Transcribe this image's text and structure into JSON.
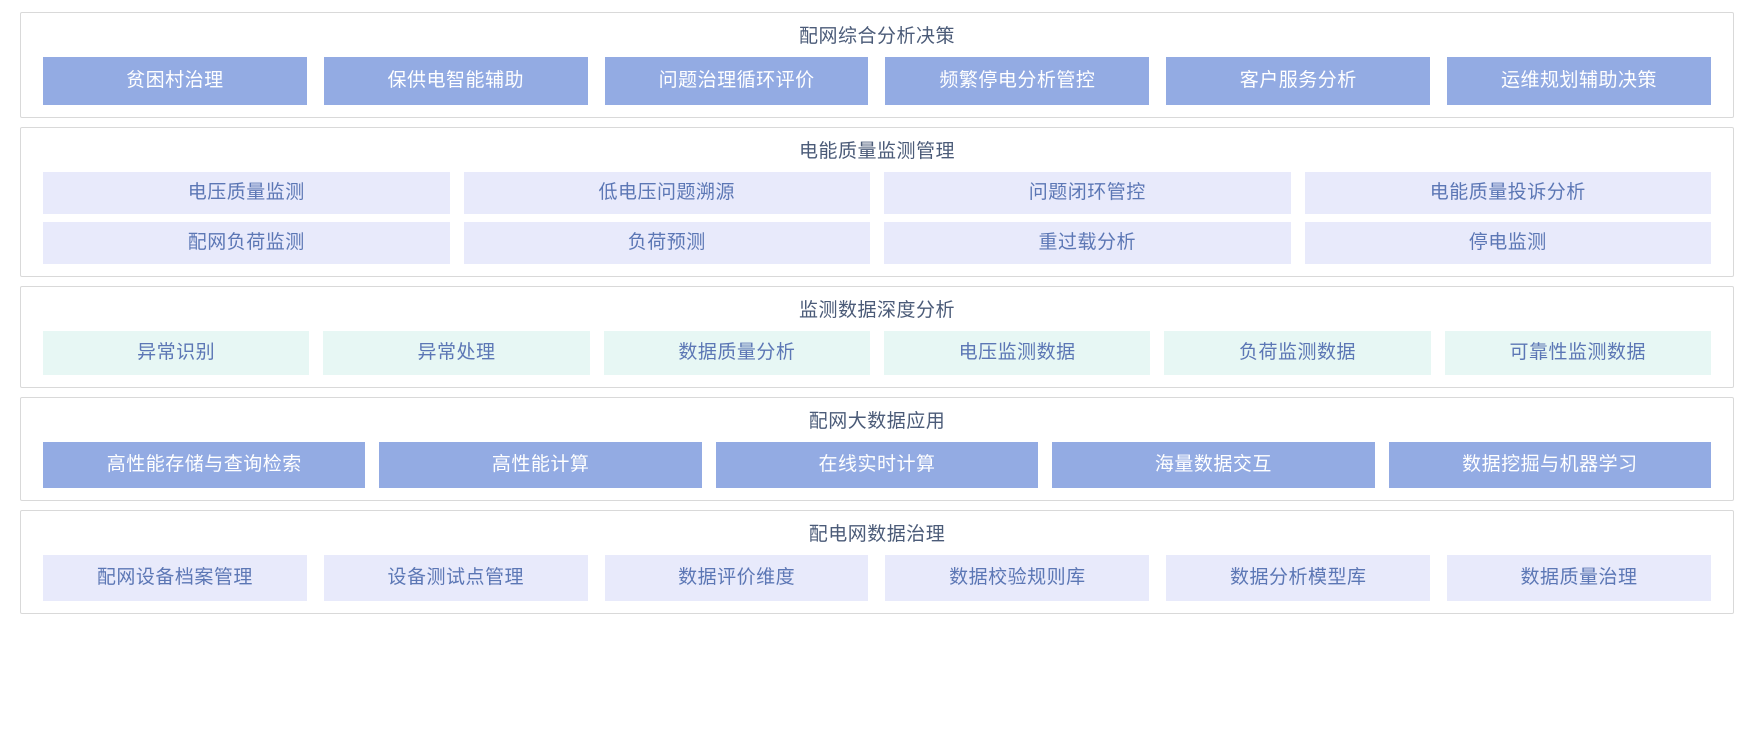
{
  "colors": {
    "solid_blue_bg": "#93abe3",
    "solid_blue_text": "#ffffff",
    "lavender_bg": "#e8eafb",
    "mint_bg": "#e7f7f4",
    "muted_text": "#5c77b5",
    "title_text": "#4b5b78",
    "panel_border": "#d9d9d9"
  },
  "sections": [
    {
      "title": "配网综合分析决策",
      "style": "v-solid",
      "rows": [
        {
          "cells": [
            {
              "label": "贫困村治理"
            },
            {
              "label": "保供电智能辅助"
            },
            {
              "label": "问题治理循环评价"
            },
            {
              "label": "频繁停电分析管控"
            },
            {
              "label": "客户服务分析"
            },
            {
              "label": "运维规划辅助决策"
            }
          ]
        }
      ]
    },
    {
      "title": "电能质量监测管理",
      "style": "v-lavender",
      "rows": [
        {
          "cells": [
            {
              "label": "电压质量监测"
            },
            {
              "label": "低电压问题溯源"
            },
            {
              "label": "问题闭环管控"
            },
            {
              "label": "电能质量投诉分析"
            }
          ]
        },
        {
          "cells": [
            {
              "label": "配网负荷监测"
            },
            {
              "label": "负荷预测"
            },
            {
              "label": "重过载分析"
            },
            {
              "label": "停电监测"
            }
          ]
        }
      ]
    },
    {
      "title": "监测数据深度分析",
      "style": "v-mint",
      "rows": [
        {
          "cells": [
            {
              "label": "异常识别"
            },
            {
              "label": "异常处理"
            },
            {
              "label": "数据质量分析"
            },
            {
              "label": "电压监测数据"
            },
            {
              "label": "负荷监测数据"
            },
            {
              "label": "可靠性监测数据"
            }
          ]
        }
      ]
    },
    {
      "title": "配网大数据应用",
      "style": "v-solid",
      "rows": [
        {
          "cells": [
            {
              "label": "高性能存储与查询检索"
            },
            {
              "label": "高性能计算"
            },
            {
              "label": "在线实时计算"
            },
            {
              "label": "海量数据交互"
            },
            {
              "label": "数据挖掘与机器学习"
            }
          ]
        }
      ]
    },
    {
      "title": "配电网数据治理",
      "style": "v-lavender",
      "rows": [
        {
          "cells": [
            {
              "label": "配网设备档案管理"
            },
            {
              "label": "设备测试点管理"
            },
            {
              "label": "数据评价维度"
            },
            {
              "label": "数据校验规则库"
            },
            {
              "label": "数据分析模型库"
            },
            {
              "label": "数据质量治理"
            }
          ]
        }
      ]
    }
  ]
}
